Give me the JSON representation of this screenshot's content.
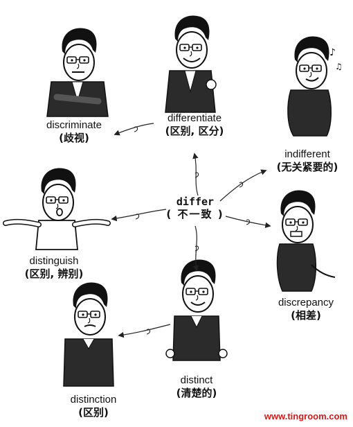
{
  "center": {
    "word": "differ",
    "meaning": "( 不一致 )"
  },
  "nodes": [
    {
      "id": "discriminate",
      "word": "discriminate",
      "meaning": "(歧视)"
    },
    {
      "id": "differentiate",
      "word": "differentiate",
      "meaning": "(区别, 区分)"
    },
    {
      "id": "indifferent",
      "word": "indifferent",
      "meaning": "(无关紧要的)"
    },
    {
      "id": "distinguish",
      "word": "distinguish",
      "meaning": "(区别, 辨别)"
    },
    {
      "id": "discrepancy",
      "word": "discrepancy",
      "meaning": "(相差)"
    },
    {
      "id": "distinct",
      "word": "distinct",
      "meaning": "(清楚的)"
    },
    {
      "id": "distinction",
      "word": "distinction",
      "meaning": "(区别)"
    }
  ],
  "watermark": "www.tingroom.com",
  "colors": {
    "ink": "#111111",
    "watermark": "#d21919",
    "shirt_dark": "#3a3a3a",
    "skin": "#ffffff"
  }
}
